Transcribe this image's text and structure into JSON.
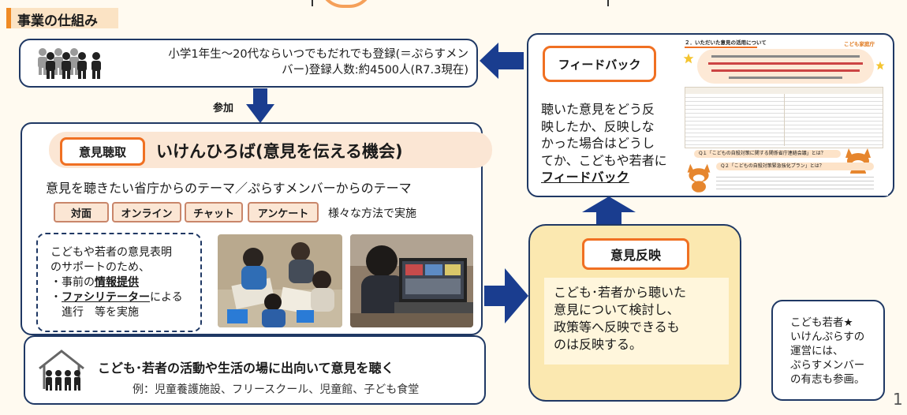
{
  "page": {
    "title": "事業の仕組み",
    "page_number": "1"
  },
  "registration": {
    "text_line1": "小学1年生～20代ならいつでもだれでも登録(＝ぷらすメン",
    "text_line2": "バー)登録人数:約4500人(R7.3現在)",
    "icon": "people-group-icon"
  },
  "participation_label": "参加",
  "hearing": {
    "label": "意見聴取",
    "heading": "いけんひろば(意見を伝える機会)",
    "theme_text": "意見を聴きたい省庁からのテーマ／ぷらすメンバーからのテーマ",
    "methods": [
      "対面",
      "オンライン",
      "チャット",
      "アンケート"
    ],
    "methods_note": "様々な方法で実施",
    "support_lines": [
      "こどもや若者の意見表明",
      "のサポートのため、",
      "・事前の",
      "情報提供",
      "・",
      "ファシリテーター",
      "による",
      "進行　等を実施"
    ]
  },
  "outreach": {
    "text": "こども･若者の活動や生活の場に出向いて意見を聴く",
    "example": "例：児童養護施設、フリースクール、児童館、子ども食堂",
    "icon": "house-people-icon"
  },
  "feedback": {
    "label": "フィードバック",
    "text_lines": [
      "聴いた意見をどう反",
      "映したか、反映しな",
      "かった場合はどうし",
      "てか、こどもや若者に"
    ],
    "text_underlined": "フィードバック",
    "doc_heading": "２．いただいた意見の活用について",
    "doc_brand": "こども家庭庁",
    "doc_q1": "Q１「こどもの自殺対策に関する関係省庁連絡会議」とは？",
    "doc_q2": "Q２「こどもの自殺対策緊急強化プラン」とは？"
  },
  "reflection": {
    "label": "意見反映",
    "text_lines": [
      "こども･若者から聴いた",
      "意見について検討し、",
      "政策等へ反映できるも",
      "のは反映する。"
    ]
  },
  "note": {
    "lines": [
      "こども若者★",
      "いけんぷらすの",
      "運営には、",
      "ぷらすメンバー",
      "の有志も参画。"
    ]
  },
  "colors": {
    "navy": "#1a3d8f",
    "orange": "#f07022",
    "peach": "#fbe6d4",
    "yellow": "#fbe8b0"
  }
}
